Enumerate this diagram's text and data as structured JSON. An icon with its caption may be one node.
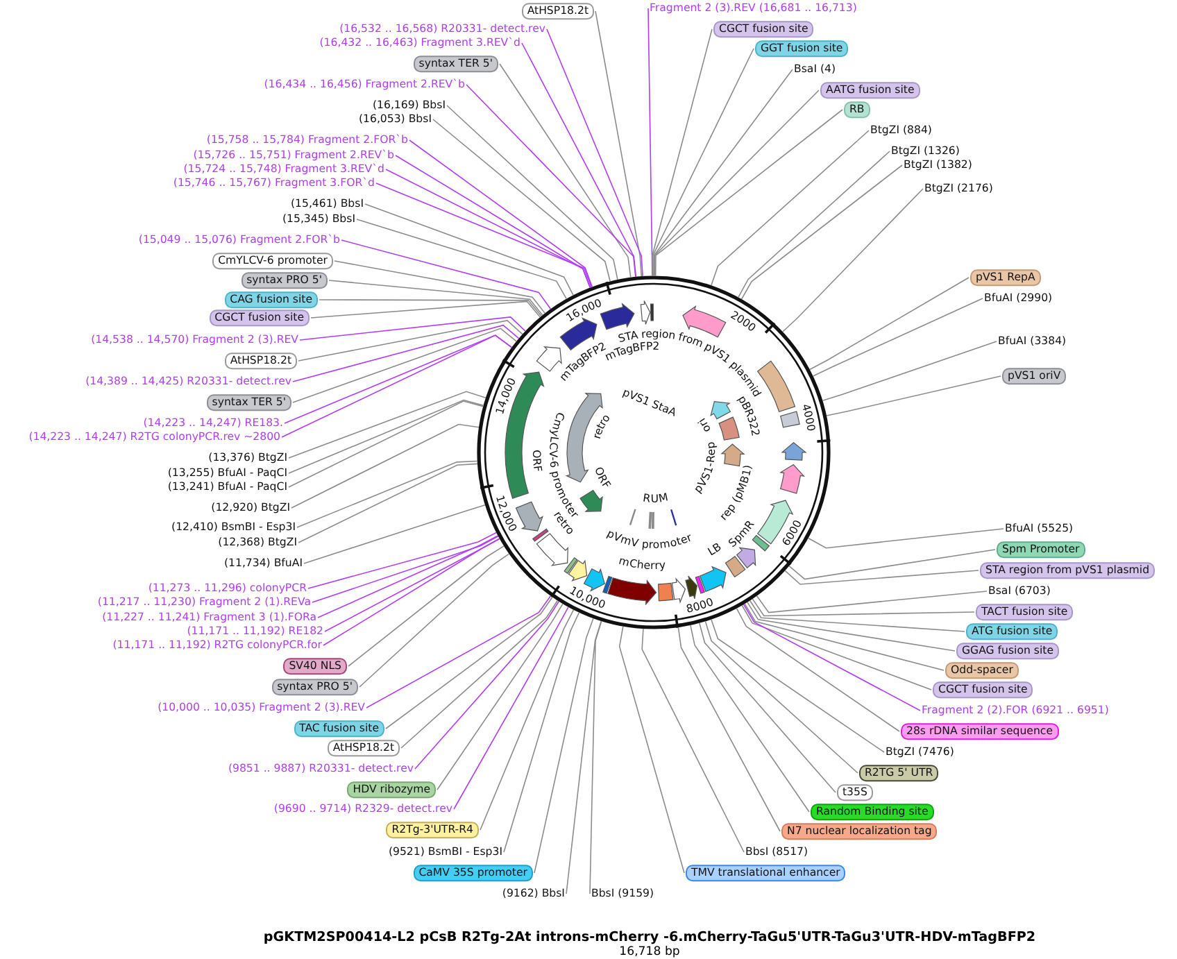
{
  "diagram": {
    "title": "pGKTM2SP00414-L2 pCsB R2Tg-2At introns-mCherry -6.mCherry-TaGu5'UTR-TaGu3'UTR-HDV-mTagBFP2",
    "caption": "16,718 bp",
    "nodes": [
      {
        "text": [
          "AtHSP18.2t"
        ]
      },
      {
        "text": [
          "(16,532 .. 16,568) R20331- detect.rev"
        ]
      },
      {
        "text": [
          "(16,432 .. 16,463) Fragment 3.REV`d"
        ]
      },
      {
        "text": [
          "syntax TER 5'"
        ]
      },
      {
        "text": [
          "(16,434 .. 16,456) Fragment 2.REV`b"
        ]
      },
      {
        "text": [
          "(16,169) BbsI"
        ]
      },
      {
        "text": [
          "(16,053) BbsI"
        ]
      },
      {
        "text": [
          "(15,758 .. 15,784) Fragment 2.FOR`b"
        ]
      },
      {
        "text": [
          "(15,726 .. 15,751) Fragment 2.REV`b"
        ]
      },
      {
        "text": [
          "(15,724 .. 15,748) Fragment 3.REV`d"
        ]
      },
      {
        "text": [
          "(15,746 .. 15,767) Fragment 3.FOR`d"
        ]
      },
      {
        "text": [
          "(15,461) BbsI"
        ]
      },
      {
        "text": [
          "(15,345) BbsI"
        ]
      },
      {
        "text": [
          "(15,049 .. 15,076) Fragment 2.FOR`b"
        ]
      },
      {
        "text": [
          "CmYLCV-6 promoter"
        ]
      },
      {
        "text": [
          "syntax PRO 5'"
        ]
      },
      {
        "text": [
          "CAG fusion site"
        ]
      },
      {
        "text": [
          "CGCT fusion site"
        ]
      },
      {
        "text": [
          "(14,538 .. 14,570) Fragment 2 (3).REV"
        ]
      },
      {
        "text": [
          "AtHSP18.2t"
        ]
      },
      {
        "text": [
          "(14,389 .. 14,425) R20331- detect.rev"
        ]
      },
      {
        "text": [
          "syntax TER 5'"
        ]
      },
      {
        "text": [
          "(14,223 .. 14,247) RE183."
        ]
      },
      {
        "text": [
          "(14,223 .. 14,247) R2TG colonyPCR.rev ~2800"
        ]
      },
      {
        "text": [
          "(13,376) BtgZI"
        ]
      },
      {
        "text": [
          "(13,255) BfuAI - PaqCI"
        ]
      },
      {
        "text": [
          "(13,241) BfuAI - PaqCI"
        ]
      },
      {
        "text": [
          "(12,920) BtgZI"
        ]
      },
      {
        "text": [
          "(12,410) BsmBI - Esp3I"
        ]
      },
      {
        "text": [
          "(12,368) BtgZI"
        ]
      },
      {
        "text": [
          "(11,734) BfuAI"
        ]
      },
      {
        "text": [
          "(11,273 .. 11,296) colonyPCR"
        ]
      },
      {
        "text": [
          "(11,217 .. 11,230) Fragment 2 (1).REVa"
        ]
      },
      {
        "text": [
          "(11,227 .. 11,241) Fragment 3 (1).FORa"
        ]
      },
      {
        "text": [
          "(11,171 .. 11,192) RE182"
        ]
      },
      {
        "text": [
          "(11,171 .. 11,192) R2TG colonyPCR.for"
        ]
      },
      {
        "text": [
          "SV40 NLS"
        ]
      },
      {
        "text": [
          "syntax PRO 5'"
        ]
      },
      {
        "text": [
          "(10,000 .. 10,035) Fragment 2 (3).REV"
        ]
      },
      {
        "text": [
          "TAC fusion site"
        ]
      },
      {
        "text": [
          "AtHSP18.2t"
        ]
      },
      {
        "text": [
          "(9851 .. 9887) R20331- detect.rev"
        ]
      },
      {
        "text": [
          "HDV ribozyme"
        ]
      },
      {
        "text": [
          "(9690 .. 9714) R2329- detect.rev"
        ]
      },
      {
        "text": [
          "R2Tg-3'UTR-R4"
        ]
      },
      {
        "text": [
          "(9521) BsmBI - Esp3I"
        ]
      },
      {
        "text": [
          "CaMV 35S promoter"
        ]
      },
      {
        "text": [
          "(9162) BbsI"
        ]
      },
      {
        "text": [
          "Fragment 2 (3).REV (16,681 .. 16,713)"
        ]
      },
      {
        "text": [
          "CGCT fusion site"
        ]
      },
      {
        "text": [
          "GGT fusion site"
        ]
      },
      {
        "text": [
          "BsaI (4)"
        ]
      },
      {
        "text": [
          "AATG fusion site"
        ]
      },
      {
        "text": [
          "RB"
        ]
      },
      {
        "text": [
          "BtgZI (884)"
        ]
      },
      {
        "text": [
          "BtgZI (1326)"
        ]
      },
      {
        "text": [
          "BtgZI (1382)"
        ]
      },
      {
        "text": [
          "BtgZI (2176)"
        ]
      },
      {
        "text": [
          "pVS1 RepA"
        ]
      },
      {
        "text": [
          "BfuAI (2990)"
        ]
      },
      {
        "text": [
          "BfuAI (3384)"
        ]
      },
      {
        "text": [
          "pVS1 oriV"
        ]
      },
      {
        "text": [
          "BfuAI (5525)"
        ]
      },
      {
        "text": [
          "Spm Promoter"
        ]
      },
      {
        "text": [
          "STA region from pVS1 plasmid"
        ]
      },
      {
        "text": [
          "BsaI (6703)"
        ]
      },
      {
        "text": [
          "TACT fusion site"
        ]
      },
      {
        "text": [
          "ATG fusion site"
        ]
      },
      {
        "text": [
          "GGAG fusion site"
        ]
      },
      {
        "text": [
          "Odd-spacer"
        ]
      },
      {
        "text": [
          "CGCT fusion site"
        ]
      },
      {
        "text": [
          "Fragment 2 (2).FOR (6921 .. 6951)"
        ]
      },
      {
        "text": [
          "28s rDNA similar sequence"
        ]
      },
      {
        "text": [
          "BtgZI (7476)"
        ]
      },
      {
        "text": [
          "R2TG 5' UTR"
        ]
      },
      {
        "text": [
          "t35S"
        ]
      },
      {
        "text": [
          "Random Binding site"
        ]
      },
      {
        "text": [
          "N7 nuclear localization tag"
        ]
      },
      {
        "text": [
          "BbsI (8517)"
        ]
      },
      {
        "text": [
          "TMV translational enhancer"
        ]
      },
      {
        "text": [
          "BbsI (9159)"
        ]
      },
      {
        "text": [],
        "shape": "circle"
      }
    ],
    "edges": [
      {
        "from": 0,
        "to": 81,
        "arrow": "none"
      },
      {
        "from": 1,
        "to": 81,
        "arrow": "none",
        "color": "#b03cf5"
      },
      {
        "from": 2,
        "to": 81,
        "arrow": "none",
        "color": "#b03cf5"
      },
      {
        "from": 3,
        "to": 81,
        "arrow": "none"
      },
      {
        "from": 4,
        "to": 81,
        "arrow": "none",
        "color": "#b03cf5"
      },
      {
        "from": 5,
        "to": 81,
        "arrow": "none"
      },
      {
        "from": 6,
        "to": 81,
        "arrow": "none"
      },
      {
        "from": 7,
        "to": 81,
        "arrow": "none",
        "color": "#b03cf5"
      },
      {
        "from": 8,
        "to": 81,
        "arrow": "none",
        "color": "#b03cf5"
      },
      {
        "from": 9,
        "to": 81,
        "arrow": "none",
        "color": "#b03cf5"
      },
      {
        "from": 10,
        "to": 81,
        "arrow": "none",
        "color": "#b03cf5"
      },
      {
        "from": 11,
        "to": 81,
        "arrow": "none"
      },
      {
        "from": 12,
        "to": 81,
        "arrow": "none"
      },
      {
        "from": 13,
        "to": 81,
        "arrow": "none",
        "color": "#b03cf5"
      },
      {
        "from": 14,
        "to": 81,
        "arrow": "none"
      },
      {
        "from": 15,
        "to": 81,
        "arrow": "none"
      },
      {
        "from": 16,
        "to": 81,
        "arrow": "none"
      },
      {
        "from": 17,
        "to": 81,
        "arrow": "none"
      },
      {
        "from": 18,
        "to": 81,
        "arrow": "none",
        "color": "#b03cf5"
      },
      {
        "from": 19,
        "to": 81,
        "arrow": "none"
      },
      {
        "from": 20,
        "to": 81,
        "arrow": "none",
        "color": "#b03cf5"
      },
      {
        "from": 21,
        "to": 81,
        "arrow": "none"
      },
      {
        "from": 22,
        "to": 81,
        "arrow": "none",
        "color": "#b03cf5"
      },
      {
        "from": 23,
        "to": 81,
        "arrow": "none",
        "color": "#b03cf5"
      },
      {
        "from": 24,
        "to": 81,
        "arrow": "none"
      },
      {
        "from": 25,
        "to": 81,
        "arrow": "none"
      },
      {
        "from": 26,
        "to": 81,
        "arrow": "none"
      },
      {
        "from": 27,
        "to": 81,
        "arrow": "none"
      },
      {
        "from": 28,
        "to": 81,
        "arrow": "none"
      },
      {
        "from": 29,
        "to": 81,
        "arrow": "none"
      },
      {
        "from": 30,
        "to": 81,
        "arrow": "none"
      },
      {
        "from": 31,
        "to": 81,
        "arrow": "none",
        "color": "#b03cf5"
      },
      {
        "from": 32,
        "to": 81,
        "arrow": "none",
        "color": "#b03cf5"
      },
      {
        "from": 33,
        "to": 81,
        "arrow": "none",
        "color": "#b03cf5"
      },
      {
        "from": 34,
        "to": 81,
        "arrow": "none",
        "color": "#b03cf5"
      },
      {
        "from": 35,
        "to": 81,
        "arrow": "none",
        "color": "#b03cf5"
      },
      {
        "from": 36,
        "to": 81,
        "arrow": "none"
      },
      {
        "from": 37,
        "to": 81,
        "arrow": "none"
      },
      {
        "from": 38,
        "to": 81,
        "arrow": "none",
        "color": "#b03cf5"
      },
      {
        "from": 39,
        "to": 81,
        "arrow": "none"
      },
      {
        "from": 40,
        "to": 81,
        "arrow": "none"
      },
      {
        "from": 41,
        "to": 81,
        "arrow": "none",
        "color": "#b03cf5"
      },
      {
        "from": 42,
        "to": 81,
        "arrow": "none"
      },
      {
        "from": 43,
        "to": 81,
        "arrow": "none",
        "color": "#b03cf5"
      },
      {
        "from": 44,
        "to": 81,
        "arrow": "none"
      },
      {
        "from": 45,
        "to": 81,
        "arrow": "none"
      },
      {
        "from": 46,
        "to": 81,
        "arrow": "none"
      },
      {
        "from": 47,
        "to": 81,
        "arrow": "none"
      },
      {
        "from": 48,
        "to": 81,
        "arrow": "none",
        "color": "#b03cf5"
      },
      {
        "from": 49,
        "to": 81,
        "arrow": "none"
      },
      {
        "from": 50,
        "to": 81,
        "arrow": "none"
      },
      {
        "from": 51,
        "to": 81,
        "arrow": "none"
      },
      {
        "from": 52,
        "to": 81,
        "arrow": "none"
      },
      {
        "from": 53,
        "to": 81,
        "arrow": "none"
      },
      {
        "from": 54,
        "to": 81,
        "arrow": "none"
      },
      {
        "from": 55,
        "to": 81,
        "arrow": "none"
      },
      {
        "from": 56,
        "to": 81,
        "arrow": "none"
      },
      {
        "from": 57,
        "to": 81,
        "arrow": "none"
      },
      {
        "from": 58,
        "to": 81,
        "arrow": "none"
      },
      {
        "from": 59,
        "to": 81,
        "arrow": "none"
      },
      {
        "from": 60,
        "to": 81,
        "arrow": "none"
      },
      {
        "from": 61,
        "to": 81,
        "arrow": "none"
      },
      {
        "from": 62,
        "to": 81,
        "arrow": "none"
      },
      {
        "from": 63,
        "to": 81,
        "arrow": "none"
      },
      {
        "from": 64,
        "to": 81,
        "arrow": "none"
      },
      {
        "from": 65,
        "to": 81,
        "arrow": "none"
      },
      {
        "from": 66,
        "to": 81,
        "arrow": "none"
      },
      {
        "from": 67,
        "to": 81,
        "arrow": "none"
      },
      {
        "from": 68,
        "to": 81,
        "arrow": "none"
      },
      {
        "from": 69,
        "to": 81,
        "arrow": "none"
      },
      {
        "from": 70,
        "to": 81,
        "arrow": "none"
      },
      {
        "from": 71,
        "to": 81,
        "arrow": "none",
        "color": "#b03cf5"
      },
      {
        "from": 72,
        "to": 81,
        "arrow": "none"
      },
      {
        "from": 73,
        "to": 81,
        "arrow": "none"
      },
      {
        "from": 74,
        "to": 81,
        "arrow": "none"
      },
      {
        "from": 75,
        "to": 81,
        "arrow": "none"
      },
      {
        "from": 76,
        "to": 81,
        "arrow": "none"
      },
      {
        "from": 77,
        "to": 81,
        "arrow": "none"
      },
      {
        "from": 78,
        "to": 81,
        "arrow": "none"
      },
      {
        "from": 79,
        "to": 81,
        "arrow": "none"
      },
      {
        "from": 80,
        "to": 81,
        "arrow": "none"
      }
    ],
    "labels": [
      "16,000",
      "mTagBFP2",
      "mTagBFP2",
      "STA region from pVS1 plasmid",
      "2000",
      "14,000",
      "retro",
      "pVS1 StaA",
      "pBR322",
      "ori",
      "4000",
      "ORF",
      "CmyLCV-6 promoter",
      "pVS1-Rep",
      "ORF",
      "rep (pMB1)",
      "SpmR",
      "12,000",
      "RUM",
      "retro",
      "6000",
      "LB",
      "pVmV promoter",
      "mCherry",
      "10,000",
      "8000"
    ]
  }
}
